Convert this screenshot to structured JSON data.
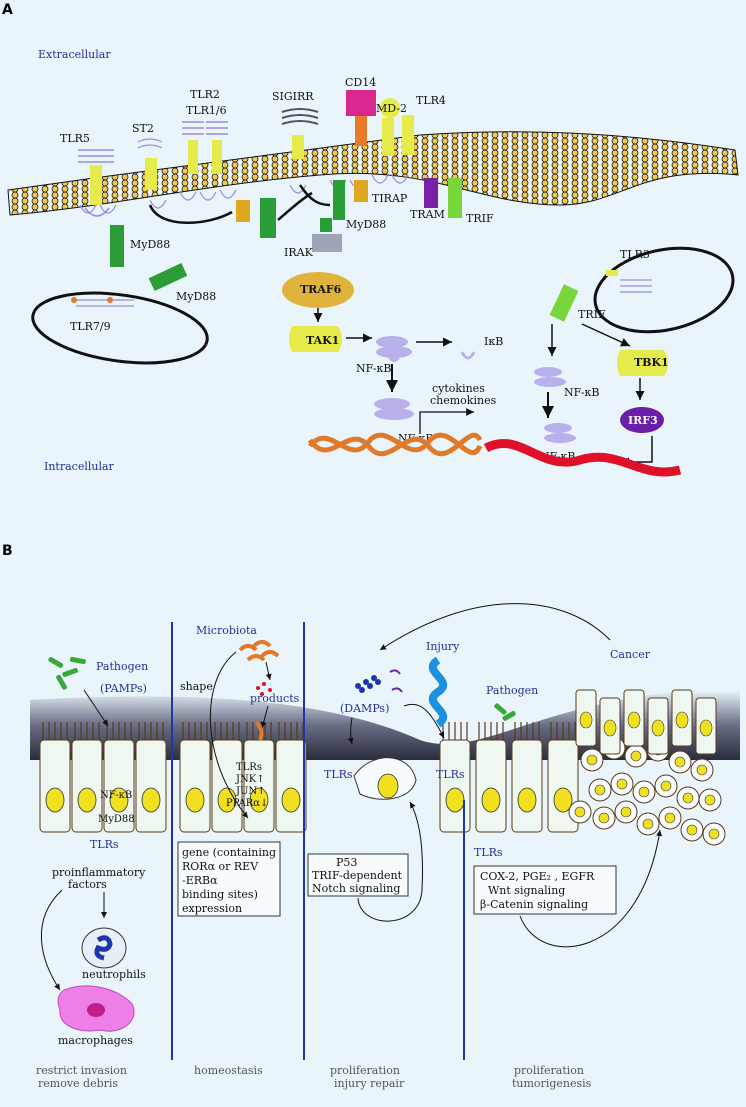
{
  "panelA": {
    "label": "A",
    "extracellular": "Extracellular",
    "intracellular": "Intracellular",
    "receptors": {
      "tlr5": "TLR5",
      "st2": "ST2",
      "tlr2": "TLR2",
      "tlr16": "TLR1/6",
      "sigirr": "SIGIRR",
      "cd14": "CD14",
      "md2": "MD-2",
      "tlr4": "TLR4",
      "tlr3": "TLR3",
      "tlr79": "TLR7/9"
    },
    "adaptors": {
      "myd88_a": "MyD88",
      "myd88_b": "MyD88",
      "myd88_c": "MyD88",
      "tirap": "TIRAP",
      "tram": "TRAM",
      "trif": "TRIF",
      "trif2": "TRIF",
      "irak": "IRAK"
    },
    "signaling": {
      "traf6": "TRAF6",
      "tak1": "TAK1",
      "ikb": "IκB",
      "nfkb1": "NF-κB",
      "cytokines": "cytokines",
      "chemokines": "chemokines",
      "nfkb2": "NF-κB",
      "tbk1": "TBK1",
      "irf3": "IRF3",
      "nfkb3": "NF-κB",
      "nfkb4": "NF-κB"
    }
  },
  "panelB": {
    "label": "B",
    "col1": {
      "pathogen": "Pathogen",
      "pamps": "(PAMPs)",
      "nfkb": "NF-κB",
      "myd88": "MyD88",
      "tlrs": "TLRs",
      "proinflam1": "proinflammatory",
      "proinflam2": "factors",
      "neutrophils": "neutrophils",
      "macrophages": "macrophages",
      "foot1": "restrict invasion",
      "foot2": "remove debris"
    },
    "col2": {
      "microbiota": "Microbiota",
      "shape": "shape",
      "products": "products",
      "tlrs": "TLRs",
      "jnk": "JNK↑",
      "jun": "JUN↑",
      "ppar": "PPARα↓",
      "box": [
        "gene (containing",
        "RORα or REV",
        "-ERBα",
        "binding sites)",
        "expression"
      ],
      "foot": "homeostasis"
    },
    "col3": {
      "injury": "Injury",
      "damps": "(DAMPs)",
      "tlrs": "TLRs",
      "box": [
        "P53",
        "TRIF-dependent",
        "Notch signaling"
      ],
      "foot1": "proliferation",
      "foot2": "injury repair"
    },
    "col4": {
      "pathogen": "Pathogen",
      "cancer": "Cancer",
      "tlrs1": "TLRs",
      "tlrs2": "TLRs",
      "box": [
        "COX-2, PGE₂ , EGFR",
        "Wnt signaling",
        "β-Catenin signaling"
      ],
      "foot1": "proliferation",
      "foot2": "tumorigenesis"
    }
  },
  "colors": {
    "membrane": "#f2c94c",
    "traf6": "#e0b33a",
    "tak1": "#e6ea4a",
    "trif": "#77d63a",
    "myd88": "#2a9d36",
    "cd14": "#d8288f",
    "tram": "#7a1fa8",
    "irf3": "#6b1fa8",
    "nfkb": "#b8b0ea",
    "dnaOrange": "#e07a2a",
    "dnaRed": "#e0102a",
    "divider": "#1f35a8",
    "nucleus": "#f0e020"
  }
}
